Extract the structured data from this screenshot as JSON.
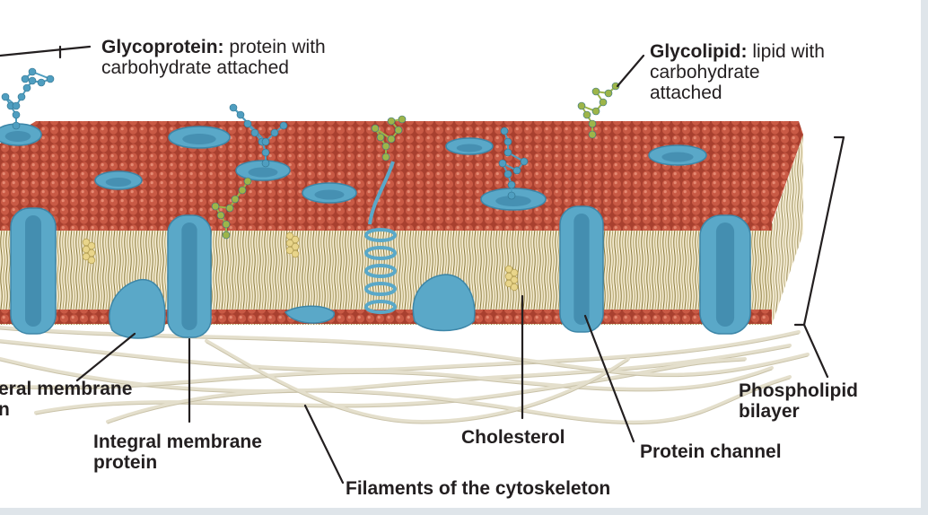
{
  "labels": {
    "glycoprotein": {
      "term": "Glycoprotein:",
      "desc_line1": " protein with",
      "desc_line2": "carbohydrate attached"
    },
    "glycolipid": {
      "term": "Glycolipid:",
      "desc_line1": " lipid with",
      "desc_line2": "carbohydrate",
      "desc_line3": "attached"
    },
    "peripheral_membrane_protein": {
      "line1": "eral membrane",
      "line2": "n"
    },
    "integral_membrane_protein": {
      "line1": "Integral membrane",
      "line2": "protein"
    },
    "cholesterol": "Cholesterol",
    "protein_channel": "Protein channel",
    "phospholipid_bilayer": {
      "line1": "Phospholipid",
      "line2": "bilayer"
    },
    "filaments_of_the_cytoskeleton": "Filaments of the cytoskeleton"
  },
  "colors": {
    "head": "#c95a45",
    "head_light": "#e07a64",
    "tail": "#8a7a3c",
    "protein": "#5aa8c8",
    "protein_dark": "#3d86a8",
    "glyco_protein_chain": "#4f9ec0",
    "glyco_lipid_chain": "#9db549",
    "cholesterol": "#e9d58a",
    "filament": "#e4dfcc",
    "text": "#231f20"
  }
}
